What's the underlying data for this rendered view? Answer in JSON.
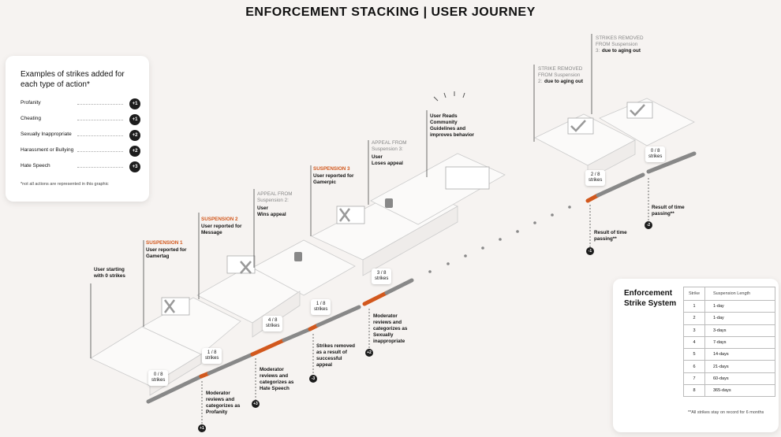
{
  "title": "ENFORCEMENT STACKING | USER JOURNEY",
  "legend": {
    "heading": "Examples of strikes added for each type of action*",
    "items": [
      {
        "label": "Profanity",
        "value": "+1"
      },
      {
        "label": "Cheating",
        "value": "+1"
      },
      {
        "label": "Sexually Inappropriate",
        "value": "+2"
      },
      {
        "label": "Harassment or Bullying",
        "value": "+2"
      },
      {
        "label": "Hate Speech",
        "value": "+3"
      }
    ],
    "note": "*not all actions are represented in this graphic"
  },
  "strike_table": {
    "heading": "Enforcement Strike System",
    "col_strike": "Strike",
    "col_length": "Suspension Length",
    "rows": [
      {
        "strike": "1",
        "length": "1-day"
      },
      {
        "strike": "2",
        "length": "1-day"
      },
      {
        "strike": "3",
        "length": "3-days"
      },
      {
        "strike": "4",
        "length": "7-days"
      },
      {
        "strike": "5",
        "length": "14-days"
      },
      {
        "strike": "6",
        "length": "21-days"
      },
      {
        "strike": "7",
        "length": "60-days"
      },
      {
        "strike": "8",
        "length": "365-days"
      }
    ],
    "footnote": "**All strikes stay on record for 6 months"
  },
  "journey": {
    "start": "User starting\nwith 0 strikes",
    "s1_tag": "SUSPENSION 1",
    "s1_text": "User reported for\nGamertag",
    "s2_tag": "SUSPENSION 2",
    "s2_text": "User reported for\nMessage",
    "a2_tag": "APPEAL FROM\nSuspension 2:",
    "a2_text": "User\nWins appeal",
    "s3_tag": "SUSPENSION 3",
    "s3_text": "User reported for\nGamerpic",
    "a3_tag": "APPEAL FROM\nSuspension 3:",
    "a3_text": "User\nLoses appeal",
    "reads": "User Reads\nCommunity\nGuidelines and\nimproves behavior",
    "r2_tag": "STRIKE REMOVED\nFROM Suspension\n2:",
    "r2_text": "due to aging out",
    "r3_tag": "STRIKES REMOVED\nFROM Suspension\n3:",
    "r3_text": "due to aging out",
    "mod1": "Moderator\nreviews and\ncategorizes as\nProfanity",
    "mod2": "Moderator\nreviews and\ncategorizes as\nHate Speech",
    "removed": "Strikes removed\nas a result of\nsuccessful\nappeal",
    "mod3": "Moderator\nreviews and\ncategorizes as\nSexually\ninappropriate",
    "time1": "Result of time\npassing**",
    "time2": "Result of time\npassing**",
    "b0": "0 / 8\nstrikes",
    "b1": "1 / 8\nstrikes",
    "b4": "4 / 8\nstrikes",
    "b1b": "1 / 8\nstrikes",
    "b3": "3 / 8\nstrikes",
    "b2": "2 / 8\nstrikes",
    "b0b": "0 / 8\nstrikes",
    "badge_p1": "+1",
    "badge_p3": "+3",
    "badge_m3": "-3",
    "badge_p2": "+2",
    "badge_m1": "-1",
    "badge_m2": "-2"
  },
  "colors": {
    "accent": "#d2581d",
    "dark": "#1c1c1c"
  }
}
